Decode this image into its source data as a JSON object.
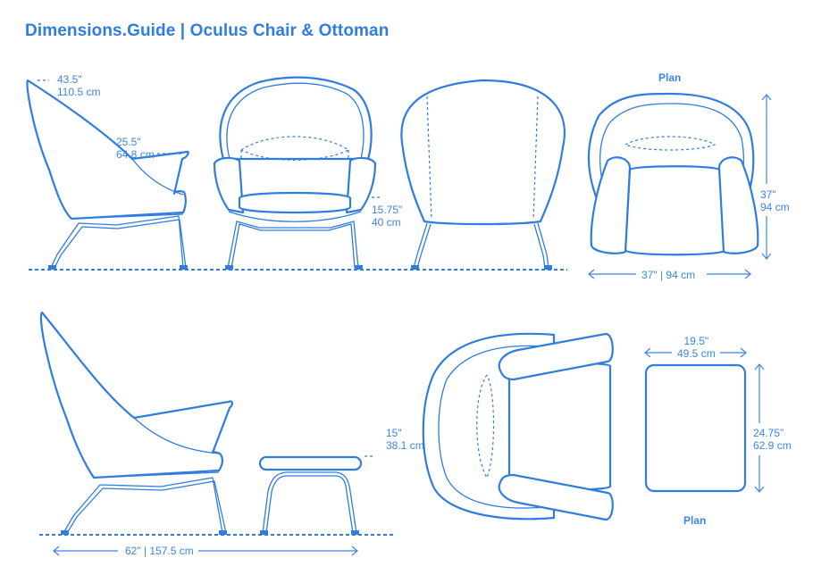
{
  "header": {
    "title": "Dimensions.Guide | Oculus Chair & Ottoman"
  },
  "views": {
    "side": {
      "height_in": "43.5\"",
      "height_cm": "110.5 cm",
      "arm_in": "25.5\"",
      "arm_cm": "64.8 cm"
    },
    "front": {
      "seat_in": "15.75\"",
      "seat_cm": "40 cm"
    },
    "back": {},
    "plan": {
      "label": "Plan",
      "depth_in": "37\"",
      "depth_cm": "94 cm",
      "width": "37\" | 94 cm"
    },
    "side_with_ottoman": {
      "ottoman_height_in": "15\"",
      "ottoman_height_cm": "38.1 cm",
      "total_length": "62\" | 157.5 cm"
    },
    "ottoman_plan": {
      "label": "Plan",
      "width_in": "19.5\"",
      "width_cm": "49.5 cm",
      "depth_in": "24.75\"",
      "depth_cm": "62.9 cm"
    }
  },
  "colors": {
    "accent": "#2f7de1",
    "label": "#3b86e2",
    "background": "#ffffff"
  }
}
